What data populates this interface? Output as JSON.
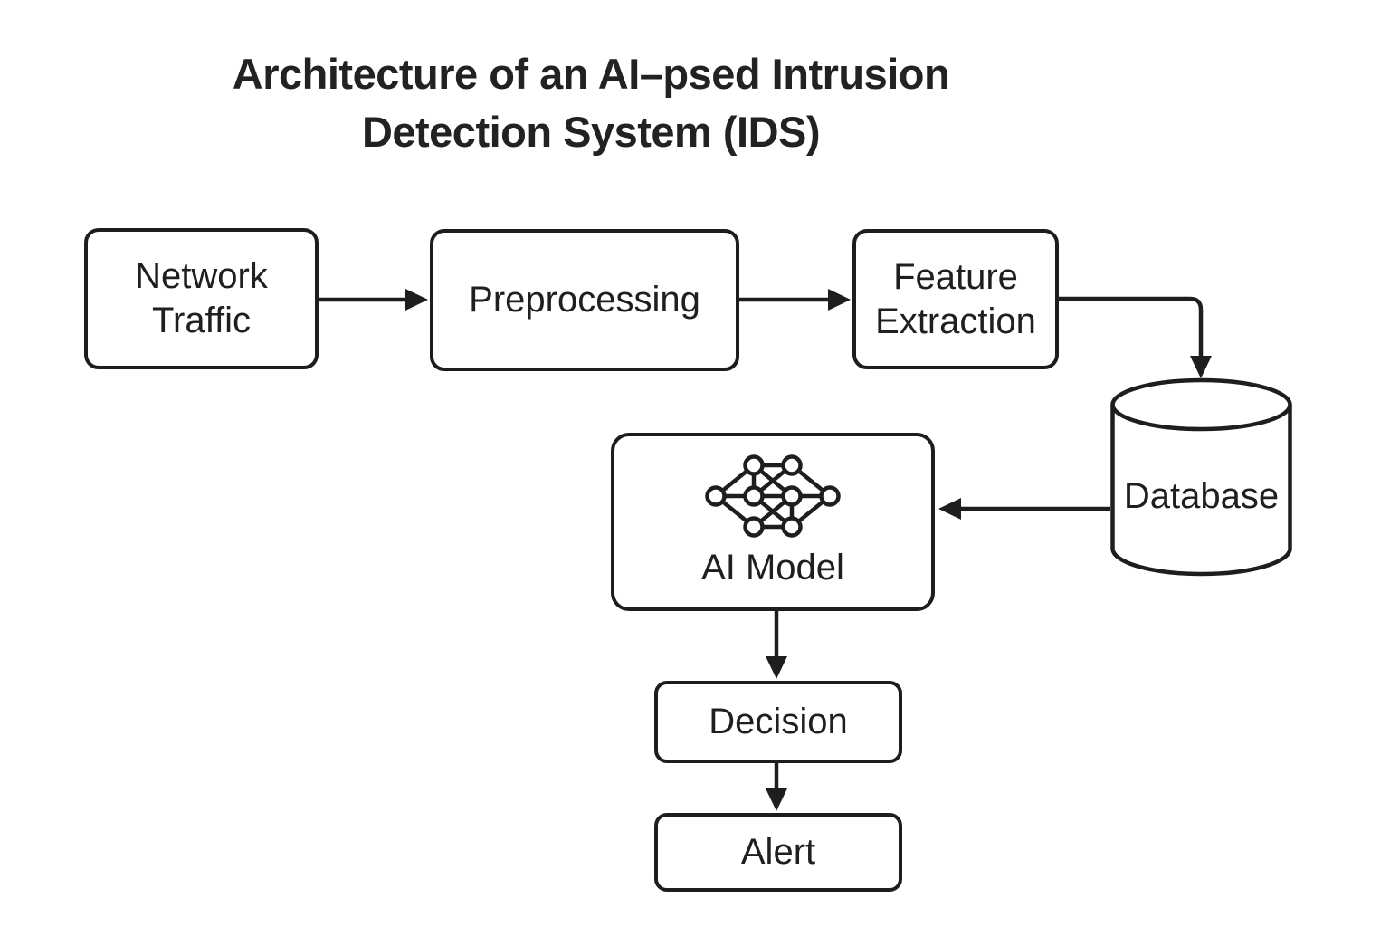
{
  "title": {
    "line1": "Architecture of an AI–psed Intrusion",
    "line2": "Detection System (IDS)"
  },
  "nodes": {
    "network_traffic": {
      "label": "Network Traffic"
    },
    "preprocessing": {
      "label": "Preprocessing"
    },
    "feature_extraction": {
      "label": "Feature Extraction"
    },
    "database": {
      "label": "Database"
    },
    "ai_model": {
      "label": "AI Model"
    },
    "decision": {
      "label": "Decision"
    },
    "alert": {
      "label": "Alert"
    }
  },
  "edges": [
    {
      "from": "network-traffic",
      "to": "preprocessing"
    },
    {
      "from": "preprocessing",
      "to": "feature-extraction"
    },
    {
      "from": "feature-extraction",
      "to": "database"
    },
    {
      "from": "database",
      "to": "ai-model"
    },
    {
      "from": "ai-model",
      "to": "decision"
    },
    {
      "from": "decision",
      "to": "alert"
    }
  ],
  "icons": {
    "ai_model_icon": "neural-network-icon",
    "database_icon": "database-cylinder-icon"
  },
  "colors": {
    "ink": "#1d1d1d",
    "text": "#222220",
    "background": "#ffffff"
  }
}
